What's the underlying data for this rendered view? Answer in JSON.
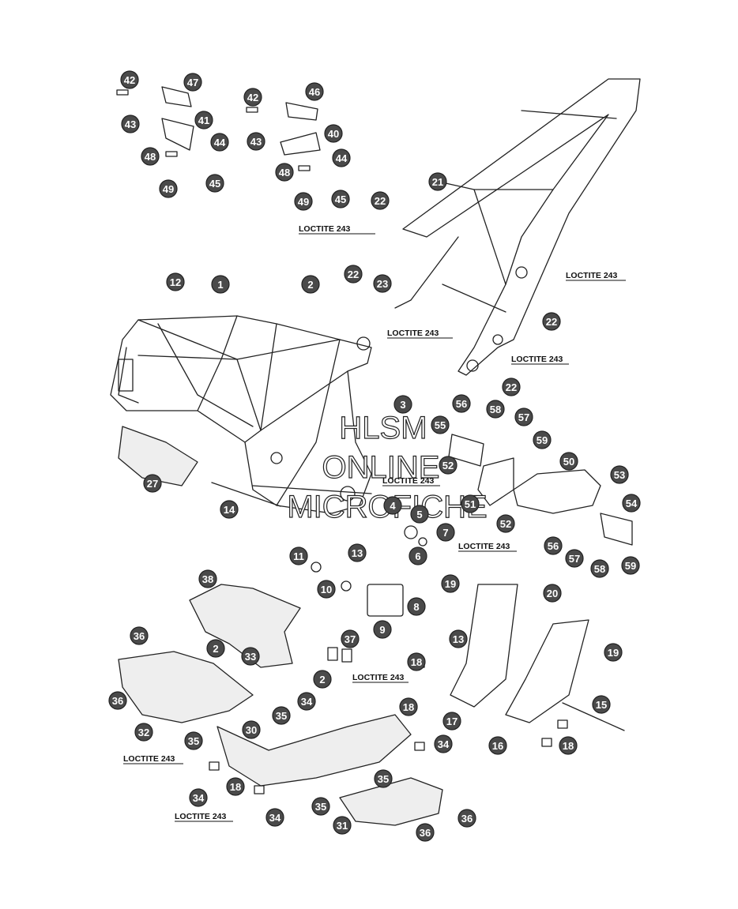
{
  "callouts": [
    "1",
    "2",
    "2",
    "2",
    "3",
    "4",
    "5",
    "6",
    "7",
    "8",
    "9",
    "10",
    "11",
    "12",
    "13",
    "13",
    "14",
    "15",
    "16",
    "17",
    "18",
    "18",
    "18",
    "18",
    "19",
    "19",
    "20",
    "21",
    "22",
    "22",
    "22",
    "22",
    "23",
    "27",
    "30",
    "31",
    "32",
    "33",
    "34",
    "34",
    "34",
    "34",
    "35",
    "35",
    "35",
    "35",
    "36",
    "36",
    "36",
    "36",
    "37",
    "38",
    "40",
    "41",
    "42",
    "42",
    "43",
    "43",
    "44",
    "44",
    "45",
    "45",
    "46",
    "47",
    "48",
    "48",
    "49",
    "49",
    "50",
    "51",
    "52",
    "52",
    "53",
    "54",
    "55",
    "56",
    "56",
    "57",
    "57",
    "58",
    "58",
    "59",
    "59"
  ],
  "notes": [
    "LOCTITE 243",
    "LOCTITE 243",
    "LOCTITE 243",
    "LOCTITE 243",
    "LOCTITE 243",
    "LOCTITE 243",
    "LOCTITE 243",
    "LOCTITE 243",
    "LOCTITE 243"
  ],
  "watermark": [
    "HLSM",
    "ONLINE",
    "MICROFICHE"
  ],
  "colors": {
    "callout_fill": "#4a4a4a",
    "callout_text": "#ffffff",
    "line": "#222222",
    "background": "#ffffff"
  }
}
